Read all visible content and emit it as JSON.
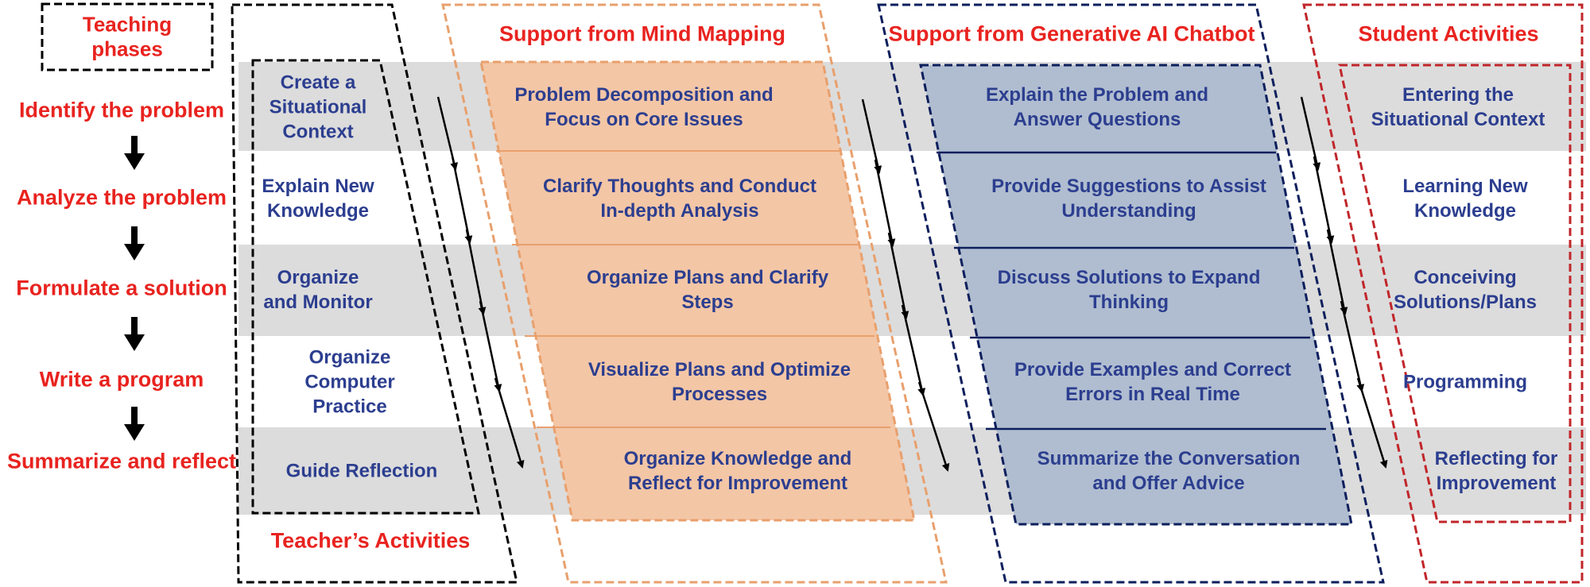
{
  "phases": {
    "header": [
      "Teaching",
      "phases"
    ],
    "items": [
      "Identify the problem",
      "Analyze the problem",
      "Formulate a solution",
      "Write a program",
      "Summarize and reflect"
    ]
  },
  "teacher": {
    "title": "Teacher’s Activities",
    "items": [
      [
        "Create a",
        "Situational",
        "Context"
      ],
      [
        "Explain New",
        "Knowledge"
      ],
      [
        "Organize",
        "and Monitor"
      ],
      [
        "Organize",
        "Computer",
        "Practice"
      ],
      [
        "Guide Reflection"
      ]
    ]
  },
  "mindmap": {
    "title": "Support from Mind Mapping",
    "items": [
      [
        "Problem Decomposition and",
        "Focus on Core Issues"
      ],
      [
        "Clarify Thoughts and Conduct",
        "In-depth Analysis"
      ],
      [
        "Organize Plans and Clarify",
        "Steps"
      ],
      [
        "Visualize Plans and Optimize",
        "Processes"
      ],
      [
        "Organize Knowledge and",
        "Reflect for Improvement"
      ]
    ]
  },
  "chatbot": {
    "title": "Support from Generative AI Chatbot",
    "items": [
      [
        "Explain the Problem and",
        "Answer Questions"
      ],
      [
        "Provide Suggestions to Assist",
        "Understanding"
      ],
      [
        "Discuss Solutions to Expand",
        "Thinking"
      ],
      [
        "Provide Examples and Correct",
        "Errors in Real Time"
      ],
      [
        "Summarize the Conversation",
        "and Offer Advice"
      ]
    ]
  },
  "student": {
    "title": "Student Activities",
    "items": [
      [
        "Entering the",
        "Situational Context"
      ],
      [
        "Learning New",
        "Knowledge"
      ],
      [
        "Conceiving",
        "Solutions/Plans"
      ],
      [
        "Programming"
      ],
      [
        "Reflecting for",
        "Improvement"
      ]
    ]
  },
  "colors": {
    "phase_text": "#e8231f",
    "body_text": "#2c3e8f",
    "band": "#dcdcdc",
    "mindmap_fill": "#f3c6a6",
    "mindmap_border": "#e8a06d",
    "chatbot_fill": "#b0bdd0",
    "chatbot_border": "#0d1f5c",
    "student_border": "#c0262a"
  }
}
